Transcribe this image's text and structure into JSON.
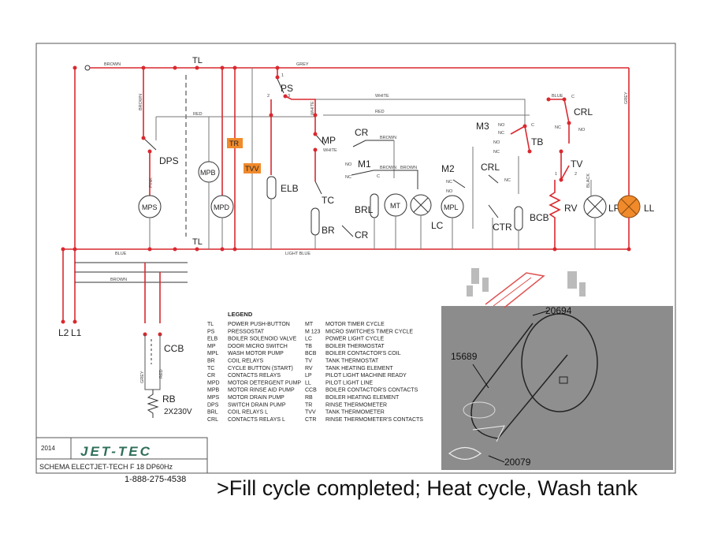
{
  "diagram": {
    "wire_labels": {
      "brown": "BROWN",
      "grey": "GREY",
      "white": "WHITE",
      "red": "RED",
      "blue": "BLUE",
      "light_blue": "LIGHT BLUE",
      "pink": "PINK",
      "black": "BLACK"
    },
    "terminals": {
      "tl": "TL",
      "l1": "L1",
      "l2": "L2"
    },
    "components": {
      "ps": "PS",
      "dps": "DPS",
      "mps": "MPS",
      "mpb": "MPB",
      "mpd": "MPD",
      "tr": "TR",
      "tvv": "TVV",
      "elb": "ELB",
      "mp": "MP",
      "cr": "CR",
      "m1": "M1",
      "tc": "TC",
      "br": "BR",
      "brl": "BRL",
      "mt": "MT",
      "lc": "LC",
      "m2": "M2",
      "mpl": "MPL",
      "ctr": "CTR",
      "bcb": "BCB",
      "m3": "M3",
      "crl": "CRL",
      "tb": "TB",
      "tv": "TV",
      "rv": "RV",
      "lp": "LP",
      "ll": "LL",
      "ccb": "CCB",
      "rb": "RB",
      "rb_rating": "2X230V"
    },
    "contact_labels": {
      "c": "C",
      "nc": "NC",
      "no": "NO",
      "one": "1",
      "two": "2",
      "three": "3"
    }
  },
  "legend": {
    "title": "LEGEND",
    "left": [
      {
        "code": "TL",
        "desc": "POWER PUSH-BUTTON"
      },
      {
        "code": "PS",
        "desc": "PRESSOSTAT"
      },
      {
        "code": "ELB",
        "desc": "BOILER SOLENOID VALVE"
      },
      {
        "code": "MP",
        "desc": "DOOR MICRO SWITCH"
      },
      {
        "code": "MPL",
        "desc": "WASH MOTOR PUMP"
      },
      {
        "code": "BR",
        "desc": "COIL RELAYS"
      },
      {
        "code": "TC",
        "desc": "CYCLE BUTTON (START)"
      },
      {
        "code": "CR",
        "desc": "CONTACTS RELAYS"
      },
      {
        "code": "MPD",
        "desc": "MOTOR DETERGENT PUMP"
      },
      {
        "code": "MPB",
        "desc": "MOTOR RINSE AID PUMP"
      },
      {
        "code": "MPS",
        "desc": "MOTOR DRAIN PUMP"
      },
      {
        "code": "DPS",
        "desc": "SWITCH DRAIN PUMP"
      },
      {
        "code": "BRL",
        "desc": "COIL RELAYS L"
      },
      {
        "code": "CRL",
        "desc": "CONTACTS RELAYS L"
      }
    ],
    "right": [
      {
        "code": "MT",
        "desc": "MOTOR TIMER CYCLE"
      },
      {
        "code": "M 123",
        "desc": "MICRO SWITCHES TIMER CYCLE"
      },
      {
        "code": "LC",
        "desc": "POWER LIGHT CYCLE"
      },
      {
        "code": "TB",
        "desc": "BOILER THERMOSTAT"
      },
      {
        "code": "BCB",
        "desc": "BOILER CONTACTOR'S COIL"
      },
      {
        "code": "TV",
        "desc": "TANK THERMOSTAT"
      },
      {
        "code": "RV",
        "desc": "TANK HEATING ELEMENT"
      },
      {
        "code": "LP",
        "desc": "PILOT LIGHT MACHINE READY"
      },
      {
        "code": "LL",
        "desc": "PILOT LIGHT LINE"
      },
      {
        "code": "CCB",
        "desc": "BOILER CONTACTOR'S CONTACTS"
      },
      {
        "code": "RB",
        "desc": "BOILER HEATING ELEMENT"
      },
      {
        "code": "TR",
        "desc": "RINSE THERMOMETER"
      },
      {
        "code": "TVV",
        "desc": "TANK THERMOMETER"
      },
      {
        "code": "CTR",
        "desc": "RINSE THERMOMETER'S CONTACTS"
      }
    ]
  },
  "title_block": {
    "year": "2014",
    "logo_text": "JET-TEC",
    "scheme": "SCHEMA ELECTJET-TECH F 18 DP60Hz"
  },
  "photo": {
    "part_top": "20694",
    "part_body": "15689",
    "part_bottom": "20079"
  },
  "footer": {
    "phone": "1-888-275-4538",
    "caption": ">Fill cycle completed; Heat cycle, Wash tank"
  },
  "colors": {
    "active_wire": "#d9292f",
    "tr_box": "#f08a2b",
    "tvv_box": "#f08a2b",
    "ll_lamp": "#f08a2b",
    "photo_bg": "#8c8c8c",
    "logo": "#2f6f5a"
  }
}
